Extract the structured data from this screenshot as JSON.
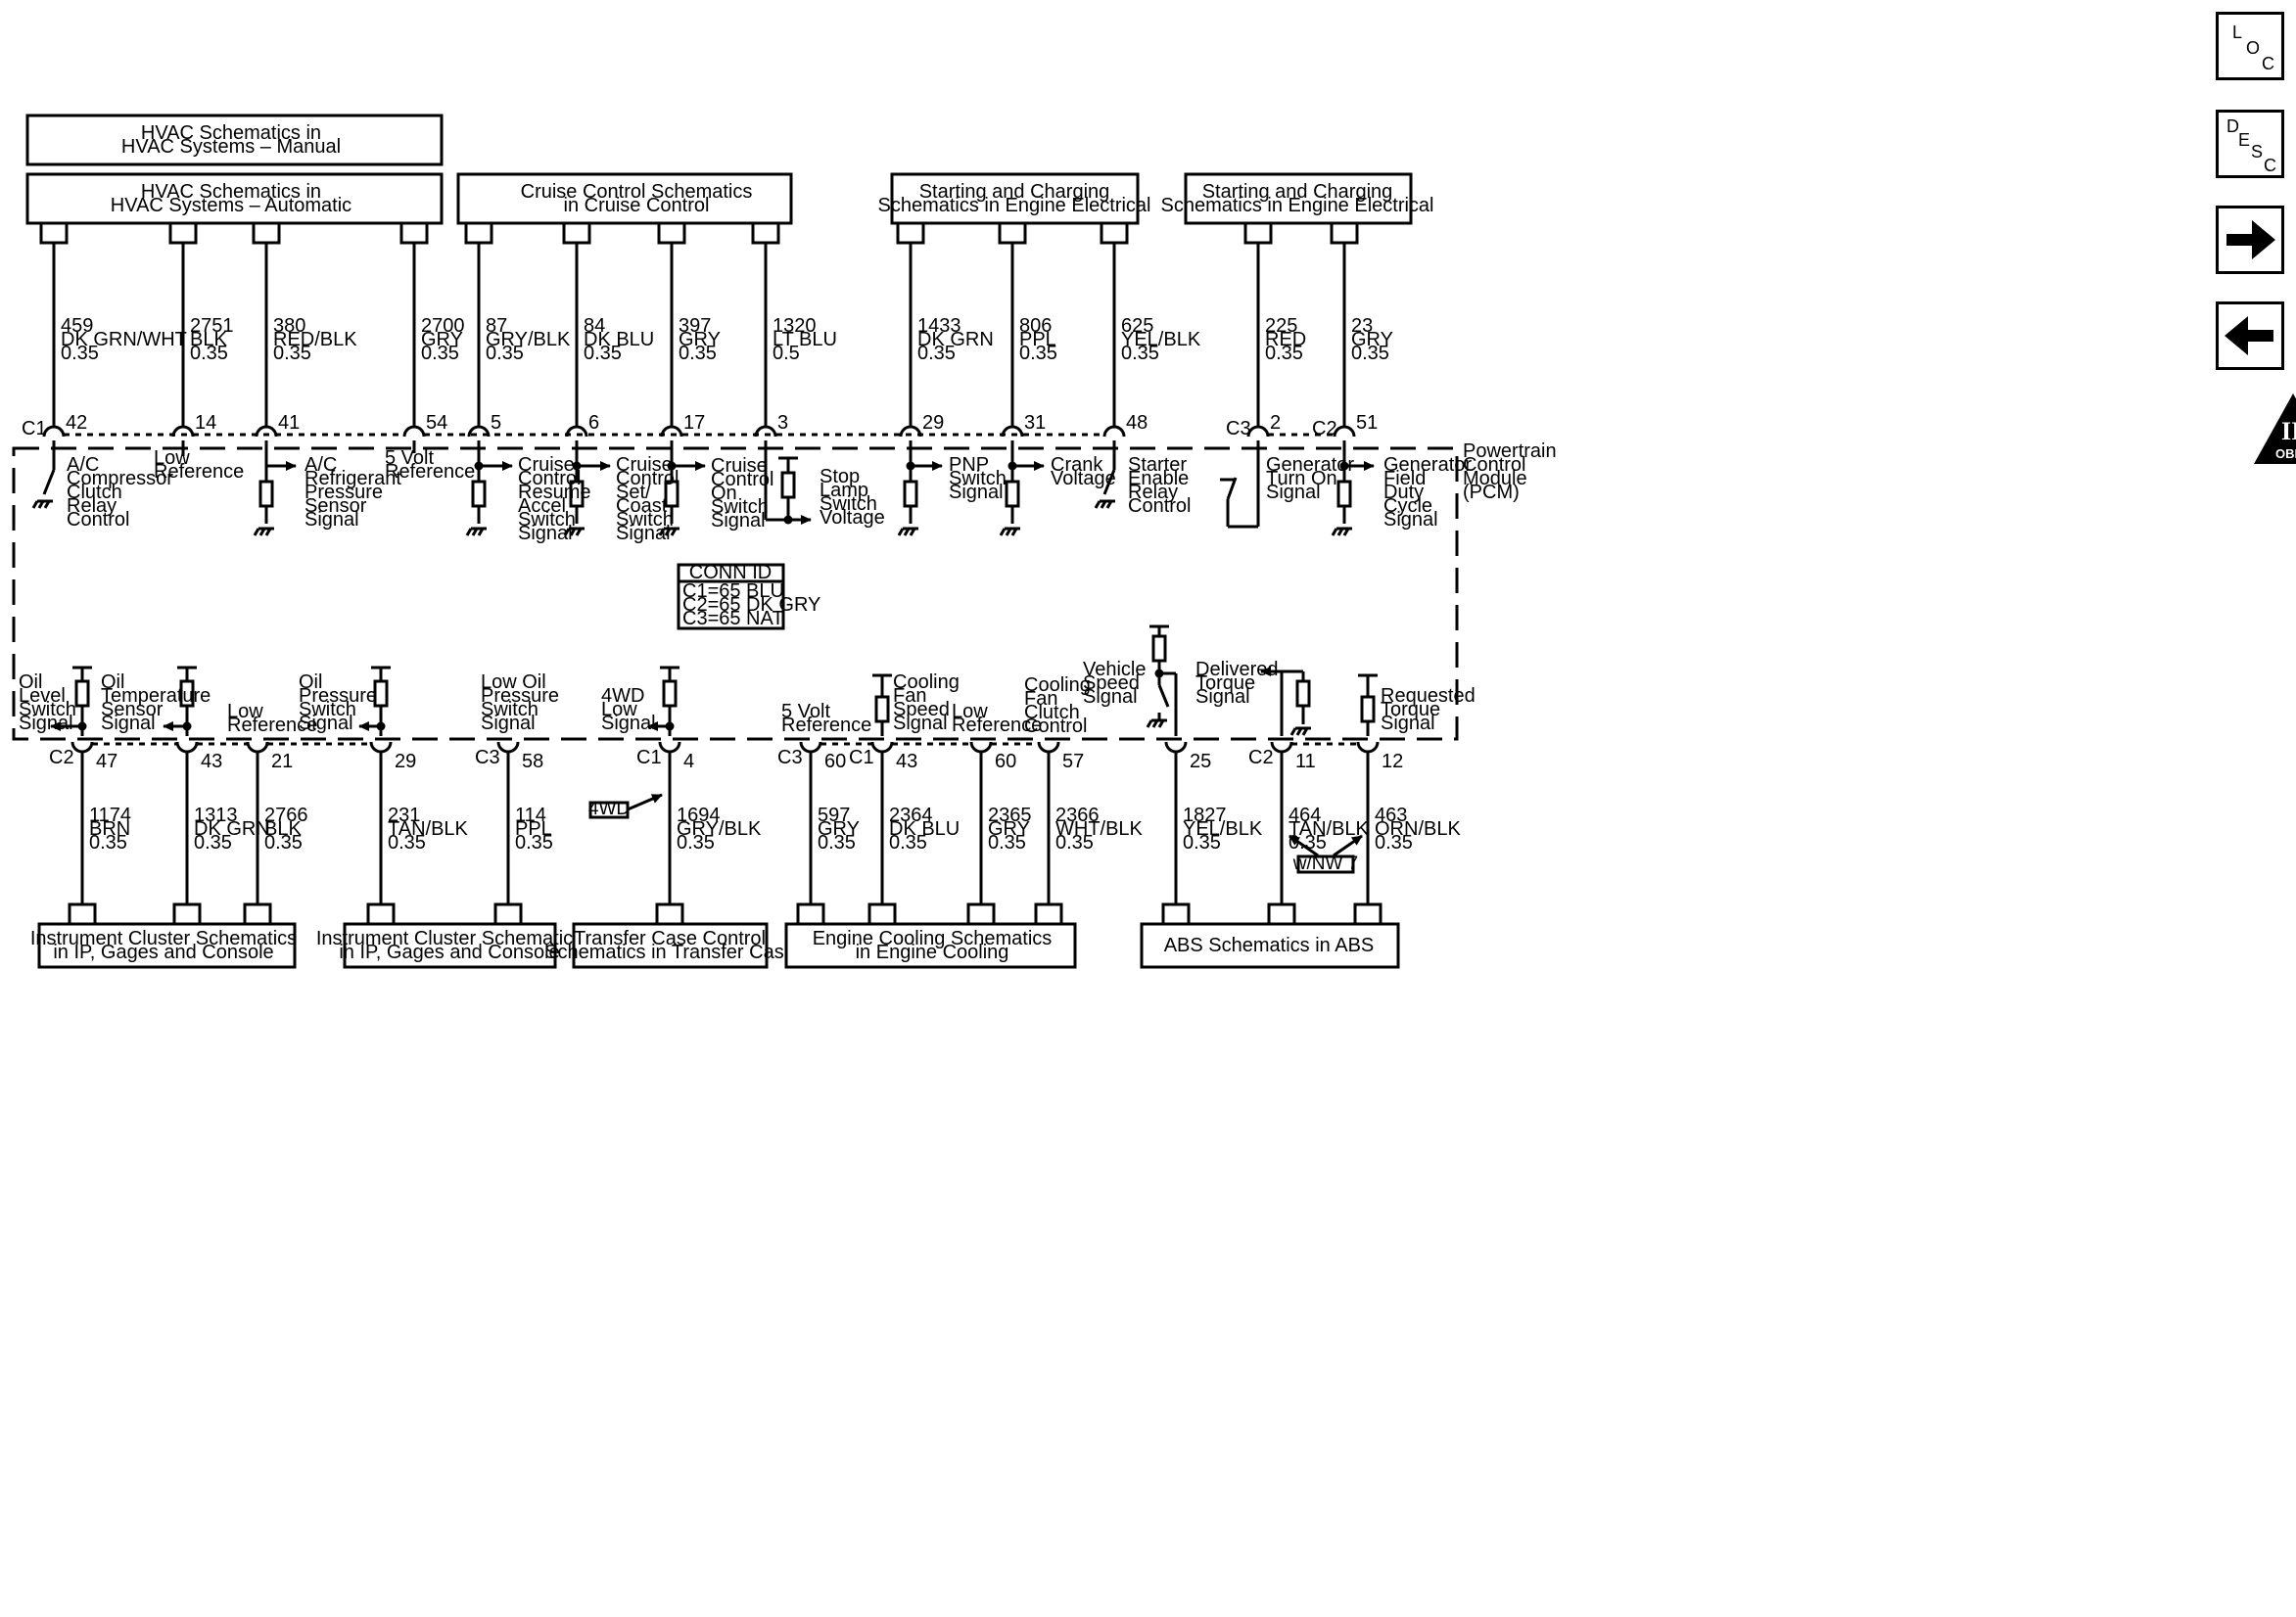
{
  "nav": {
    "loc": [
      "L",
      "O",
      "C"
    ],
    "desc": [
      "D",
      "E",
      "S",
      "C"
    ],
    "obd": {
      "main": "II",
      "sub": "OBD II"
    }
  },
  "pcm_label": [
    "Powertrain",
    "Control",
    "Module",
    "(PCM)"
  ],
  "conn_id": {
    "title": "CONN ID",
    "lines": [
      "C1=65 BLU",
      "C2=65 DK GRY",
      "C3=65 NAT"
    ]
  },
  "top_boxes": [
    {
      "lines": [
        "HVAC Schematics in",
        "HVAC Systems – Manual"
      ]
    },
    {
      "lines": [
        "HVAC Schematics in",
        "HVAC Systems – Automatic"
      ]
    },
    {
      "lines": [
        "Cruise Control Schematics",
        "in Cruise Control"
      ]
    },
    {
      "lines": [
        "Starting and Charging",
        "Schematics in Engine Electrical"
      ]
    },
    {
      "lines": [
        "Starting and Charging",
        "Schematics in Engine Electrical"
      ]
    }
  ],
  "bottom_boxes": [
    {
      "lines": [
        "Instrument Cluster Schematics",
        "in IP, Gages and Console"
      ]
    },
    {
      "lines": [
        "Instrument Cluster Schematics",
        "in IP, Gages and Console"
      ]
    },
    {
      "lines": [
        "Transfer Case Control",
        "Schematics in Transfer Case"
      ]
    },
    {
      "lines": [
        "Engine Cooling Schematics",
        "in Engine Cooling"
      ]
    },
    {
      "lines": [
        "ABS Schematics in ABS"
      ]
    }
  ],
  "top_wires": [
    {
      "conn": "C1",
      "pin": "42",
      "wire": [
        "459",
        "DK GRN/WHT",
        "0.35"
      ],
      "label": [
        "A/C",
        "Compressor",
        "Clutch",
        "Relay",
        "Control"
      ]
    },
    {
      "conn": "",
      "pin": "14",
      "wire": [
        "2751",
        "BLK",
        "0.35"
      ],
      "label": [
        "Low",
        "Reference"
      ]
    },
    {
      "conn": "",
      "pin": "41",
      "wire": [
        "380",
        "RED/BLK",
        "0.35"
      ],
      "label": [
        "A/C",
        "Refrigerant",
        "Pressure",
        "Sensor",
        "Signal"
      ]
    },
    {
      "conn": "",
      "pin": "54",
      "wire": [
        "2700",
        "GRY",
        "0.35"
      ],
      "label": [
        "5 Volt",
        "Reference"
      ]
    },
    {
      "conn": "",
      "pin": "5",
      "wire": [
        "87",
        "GRY/BLK",
        "0.35"
      ],
      "label": [
        "Cruise",
        "Control",
        "Resume",
        "Accel",
        "Switch",
        "Signal"
      ]
    },
    {
      "conn": "",
      "pin": "6",
      "wire": [
        "84",
        "DK BLU",
        "0.35"
      ],
      "label": [
        "Cruise",
        "Control",
        "Set/",
        "Coast",
        "Switch",
        "Signal"
      ]
    },
    {
      "conn": "",
      "pin": "17",
      "wire": [
        "397",
        "GRY",
        "0.35"
      ],
      "label": [
        "Cruise",
        "Control",
        "On",
        "Switch",
        "Signal"
      ]
    },
    {
      "conn": "",
      "pin": "3",
      "wire": [
        "1320",
        "LT BLU",
        "0.5"
      ],
      "label": [
        "Stop",
        "Lamp",
        "Switch",
        "Voltage"
      ]
    },
    {
      "conn": "",
      "pin": "29",
      "wire": [
        "1433",
        "DK GRN",
        "0.35"
      ],
      "label": [
        "PNP",
        "Switch",
        "Signal"
      ]
    },
    {
      "conn": "",
      "pin": "31",
      "wire": [
        "806",
        "PPL",
        "0.35"
      ],
      "label": [
        "Crank",
        "Voltage"
      ]
    },
    {
      "conn": "",
      "pin": "48",
      "wire": [
        "625",
        "YEL/BLK",
        "0.35"
      ],
      "label": [
        "Starter",
        "Enable",
        "Relay",
        "Control"
      ]
    },
    {
      "conn": "C3",
      "pin": "2",
      "wire": [
        "225",
        "RED",
        "0.35"
      ],
      "label": [
        "Generator",
        "Turn On",
        "Signal"
      ]
    },
    {
      "conn": "C2",
      "pin": "51",
      "wire": [
        "23",
        "GRY",
        "0.35"
      ],
      "label": [
        "Generator",
        "Field",
        "Duty",
        "Cycle",
        "Signal"
      ]
    }
  ],
  "bottom_wires": [
    {
      "conn": "C2",
      "pin": "47",
      "wire": [
        "1174",
        "BRN",
        "0.35"
      ],
      "label": [
        "Oil",
        "Level",
        "Switch",
        "Signal"
      ]
    },
    {
      "conn": "",
      "pin": "43",
      "wire": [
        "1313",
        "DK GRN",
        "0.35"
      ],
      "label": [
        "Oil",
        "Temperature",
        "Sensor",
        "Signal"
      ]
    },
    {
      "conn": "",
      "pin": "21",
      "wire": [
        "2766",
        "BLK",
        "0.35"
      ],
      "label": [
        "Low",
        "Reference"
      ]
    },
    {
      "conn": "",
      "pin": "29",
      "wire": [
        "231",
        "TAN/BLK",
        "0.35"
      ],
      "label": [
        "Oil",
        "Pressure",
        "Switch",
        "Signal"
      ]
    },
    {
      "conn": "C3",
      "pin": "58",
      "wire": [
        "114",
        "PPL",
        "0.35"
      ],
      "label": [
        "Low Oil",
        "Pressure",
        "Switch",
        "Signal"
      ]
    },
    {
      "conn": "C1",
      "pin": "4",
      "wire": [
        "1694",
        "GRY/BLK",
        "0.35"
      ],
      "label": [
        "4WD",
        "Low",
        "Signal"
      ]
    },
    {
      "conn": "C3",
      "pin": "60",
      "wire": [
        "597",
        "GRY",
        "0.35"
      ],
      "label": [
        "5 Volt",
        "Reference"
      ]
    },
    {
      "conn": "C1",
      "pin": "43",
      "wire": [
        "2364",
        "DK BLU",
        "0.35"
      ],
      "label": [
        "Cooling",
        "Fan",
        "Speed",
        "Signal"
      ]
    },
    {
      "conn": "",
      "pin": "60",
      "wire": [
        "2365",
        "GRY",
        "0.35"
      ],
      "label": [
        "Low",
        "Reference"
      ]
    },
    {
      "conn": "",
      "pin": "57",
      "wire": [
        "2366",
        "WHT/BLK",
        "0.35"
      ],
      "label": [
        "Cooling",
        "Fan",
        "Clutch",
        "Control"
      ]
    },
    {
      "conn": "",
      "pin": "25",
      "wire": [
        "1827",
        "YEL/BLK",
        "0.35"
      ],
      "label": [
        "Vehicle",
        "Speed",
        "Signal"
      ]
    },
    {
      "conn": "C2",
      "pin": "11",
      "wire": [
        "464",
        "TAN/BLK",
        "0.35"
      ],
      "label": [
        "Delivered",
        "Torque",
        "Signal"
      ]
    },
    {
      "conn": "",
      "pin": "12",
      "wire": [
        "463",
        "ORN/BLK",
        "0.35"
      ],
      "label": [
        "Requested",
        "Torque",
        "Signal"
      ]
    }
  ],
  "tags": {
    "fourwd": "4WD",
    "nw7": "w/NW 7"
  }
}
